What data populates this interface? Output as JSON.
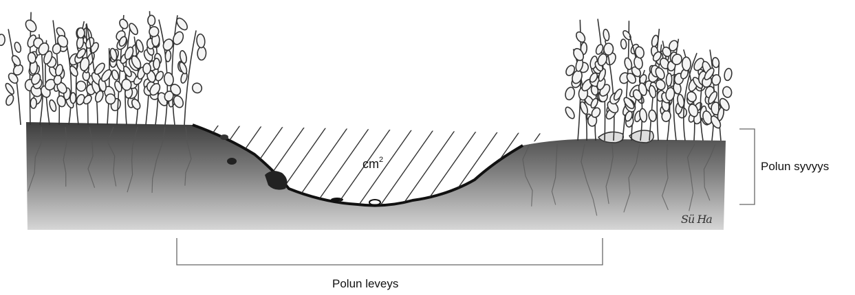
{
  "labels": {
    "area": "cm",
    "area_superscript": "2",
    "depth": "Polun syvyys",
    "width": "Polun leveys"
  },
  "signature": "Sü Ha",
  "colors": {
    "soil_top": "#4a4a4a",
    "soil_bottom": "#c8c8c8",
    "vegetation": "#3a3a3a",
    "hatch": "#222222",
    "bracket": "#666666"
  }
}
